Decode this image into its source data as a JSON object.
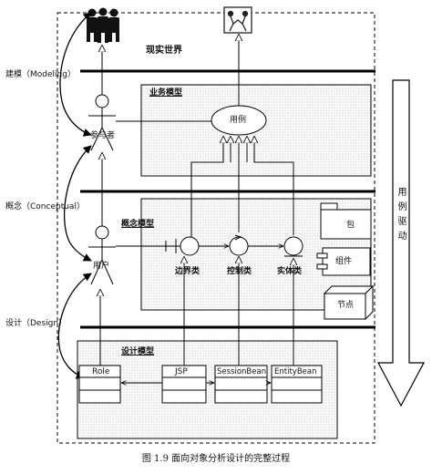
{
  "title_real_world": "现实世界",
  "layers": {
    "modeling": "建模（Modeling）",
    "conceptual": "概念（Conceptual）",
    "design": "设计（Design）"
  },
  "side_arrow_label": "用例驱动",
  "models": {
    "business": "业务模型",
    "concept": "概念模型",
    "design": "设计模型"
  },
  "actors": {
    "participant": "参与者",
    "user": "用户"
  },
  "use_case": "用例",
  "classes": {
    "boundary": "边界类",
    "control": "控制类",
    "entity": "实体类"
  },
  "components": {
    "package": "包",
    "component": "组件",
    "node": "节点"
  },
  "design_classes": [
    "Role",
    "JSP",
    "SessionBean",
    "EntityBean"
  ],
  "caption": "图 1.9   面向对象分析设计的完整过程"
}
